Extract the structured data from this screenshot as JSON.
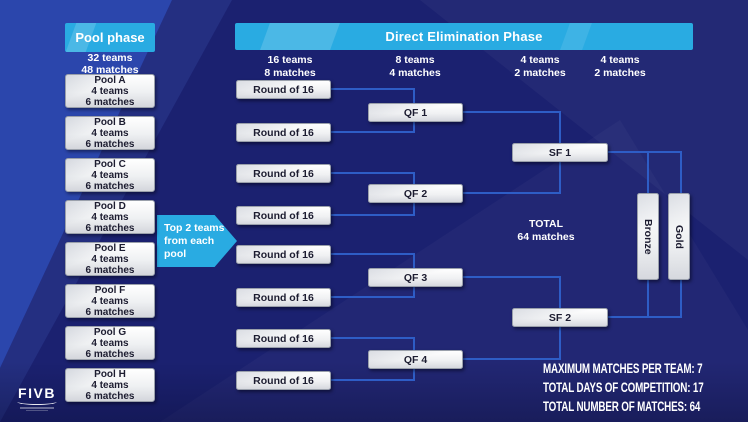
{
  "colors": {
    "accent_cyan": "#29abe2",
    "background_navy": "#1b2170",
    "left_band_blue": "#2b46ac",
    "connector_blue": "#2e5dc6",
    "box_text_dark": "#1c1c30",
    "text_white": "#ffffff"
  },
  "logo": {
    "text": "FIVB"
  },
  "pool_phase": {
    "header": "Pool phase",
    "subtitle": {
      "line1": "32 teams",
      "line2": "48 matches"
    },
    "pools": [
      {
        "name": "Pool A",
        "teams": "4 teams",
        "matches": "6 matches"
      },
      {
        "name": "Pool B",
        "teams": "4 teams",
        "matches": "6 matches"
      },
      {
        "name": "Pool C",
        "teams": "4 teams",
        "matches": "6 matches"
      },
      {
        "name": "Pool D",
        "teams": "4 teams",
        "matches": "6 matches"
      },
      {
        "name": "Pool E",
        "teams": "4 teams",
        "matches": "6 matches"
      },
      {
        "name": "Pool F",
        "teams": "4 teams",
        "matches": "6 matches"
      },
      {
        "name": "Pool G",
        "teams": "4 teams",
        "matches": "6 matches"
      },
      {
        "name": "Pool H",
        "teams": "4 teams",
        "matches": "6 matches"
      }
    ]
  },
  "arrow": {
    "line1": "Top 2 teams",
    "line2": "from each pool"
  },
  "elimination": {
    "header": "Direct Elimination Phase",
    "columns": [
      {
        "teams": "16 teams",
        "matches": "8 matches"
      },
      {
        "teams": "8 teams",
        "matches": "4 matches"
      },
      {
        "teams": "4 teams",
        "matches": "2 matches"
      },
      {
        "teams": "4 teams",
        "matches": "2 matches"
      }
    ],
    "r16_label": "Round of 16",
    "quarterfinals": [
      "QF 1",
      "QF 2",
      "QF 3",
      "QF 4"
    ],
    "semifinals": [
      "SF 1",
      "SF 2"
    ],
    "medals": {
      "bronze": "Bronze",
      "gold": "Gold"
    },
    "total": {
      "line1": "TOTAL",
      "line2": "64 matches"
    }
  },
  "stats": [
    "MAXIMUM MATCHES PER TEAM: 7",
    "TOTAL DAYS OF COMPETITION: 17",
    "TOTAL NUMBER OF MATCHES: 64"
  ]
}
